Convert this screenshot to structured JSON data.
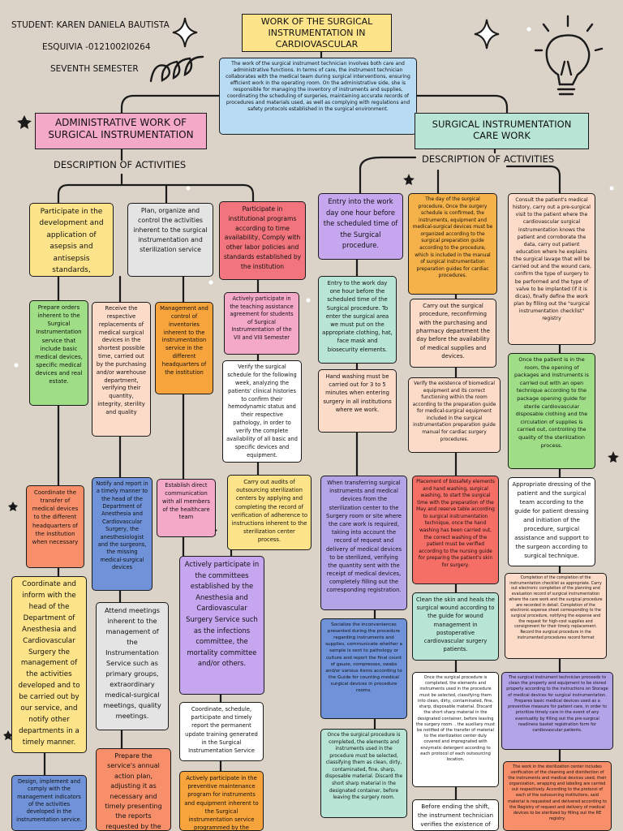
{
  "student": {
    "line1": "STUDENT: KAREN DANIELA BAUTISTA",
    "line2": "ESQUIVIA -0121002I0264",
    "line3": "SEVENTH SEMESTER"
  },
  "main_title": "WORK OF THE SURGICAL INSTRUMENTATION IN CARDIOVASCULAR",
  "intro": "The work of the surgical instrument technician involves both care and administrative functions. In terms of care, the instrument technician collaborates with the medical team during surgical interventions, ensuring efficient work in the operating room. On the administrative side, she is responsible for managing the inventory of instruments and supplies, coordinating the scheduling of surgeries, maintaining accurate records of procedures and materials used, as well as complying with regulations and safety protocols established in the surgical environment.",
  "left_branch": {
    "title": "ADMINISTRATIVE WORK OF SURGICAL INSTRUMENTATION",
    "subtitle": "DESCRIPTION OF ACTIVITIES",
    "col1": [
      "Participate in the development and application of asepsis and antisepsis standards,",
      "Prepare orders inherent to the Surgical Instrumentation service that include basic medical devices, specific medical devices and real estate.",
      "Coordinate the transfer of medical devices to the different headquarters of the institution when necessary",
      "Coordinate and inform with the head of the Department of Anesthesia and Cardiovascular Surgery the management of the activities developed and to be carried out by our service, and notify other departments in a timely manner.",
      "Design, implement and comply with the management indicators of the activities developed in the instrumentation service."
    ],
    "col2": [
      "Plan, organize and control the activities inherent to the surgical instrumentation and sterilization service",
      "Receive the respective replacements of medical surgical devices in the shortest possible time, carried out by the purchasing and/or warehouse department, verifying their quantity, integrity, sterility and quality",
      "Management and control of inventories inherent to the instrumentation service in the different headquarters of the institution",
      "Notify and report in a timely manner to the head of the Department of Anesthesia and Cardiovascular Surgery, the anesthesiologist and the surgeons, the missing medical-surgical devices",
      "Establish direct communication with all members of the healthcare team",
      "Attend meetings inherent to the management of the Instrumentation Service such as primary groups, extraordinary medical-surgical meetings, quality meetings.",
      "Prepare the service's annual action plan, adjusting it as necessary and timely presenting the reports requested by the different areas"
    ],
    "col3": [
      "Participate in institutional programs according to time availability, Comply with other labor policies and standards established by the institution",
      "Actively participate in the teaching assistance agreement for students of Surgical Instrumentation of the VII and VIII Semester",
      "Verify the surgical schedule for the following week, analyzing the patients' clinical histories to confirm their hemodynamic status and their respective pathology, in order to verify the complete availability of all basic and specific devices and equipment.",
      "Carry out audits of outsourcing sterilization centers by applying and completing the record of verification of adherence to instructions inherent to the sterilization center process.",
      "Actively participate in the committees established by the Anesthesia and Cardiovascular Surgery Service such as the infections committee, the mortality committee and/or others.",
      "Coordinate, schedule, participate and timely report the permanent update training generated in the Surgical Instrumentation Service",
      "Actively participate in the preventive maintenance program for instruments and equipment inherent to the Surgical instrumentation service programmed by the"
    ]
  },
  "right_branch": {
    "title": "SURGICAL INSTRUMENTATION CARE WORK",
    "subtitle": "DESCRIPTION OF ACTIVITIES",
    "col1": [
      "Entry into the work day one hour before the scheduled time of the Surgical procedure.",
      "Entry to the work day one hour before the scheduled time of the Surgical procedure. To enter the surgical area we must put on the appropriate clothing, hat, face mask and biosecurity elements.",
      "Hand washing must be carried out for 3 to 5 minutes when entering surgery in all institutions where we work.",
      "When transferring surgical instruments and medical devices from the sterilization center to the Surgery room or site where the care work is required, taking into account the record of request and delivery of medical devices to be sterilized, verifying the quantity sent with the receipt of medical devices, completely filling out the corresponding registration.",
      "Socialize the inconveniences presented during the procedure regarding instruments and supplies, communicate whether a sample is sent to pathology or culture and report the final count of gauze, compresses, swabs and/or various items according to the Guide for counting medical surgical devices in procedure rooms.",
      "Once the surgical procedure is completed, the elements and instruments used in the procedure must be selected, classifying them as clean, dirty, contaminated, fine, sharp, disposable material. Discard the short sharp material in the designated container, before leaving the surgery room."
    ],
    "col2": [
      "The day of the surgical procedure, Once the surgery schedule is confirmed, the instruments, equipment and medical-surgical devices must be organized according to the surgical preparation guide according to the procedure, which is included in the manual of surgical instrumentation preparation guides for cardiac procedures.",
      "Carry out the surgical procedure, reconfirming with the purchasing and pharmacy department the day before the availability of medical supplies and devices.",
      "Verify the existence of biomedical equipment and its correct functioning within the room according to the preparation guide for medical-surgical equipment included in the surgical instrumentation preparation guide manual for cardiac surgery procedures.",
      "Placement of biosafety elements and hand washing, surgical washing, to start the surgical time with the preparation of the May and reserve table according to surgical instrumentation technique, once the hand washing has been carried out, the correct washing of the patient must be verified according to the nursing guide for preparing the patient's skin for surgery.",
      "Clean the skin and heals the surgical wound according to the guide for wound management in postoperative cardiovascular surgery patients.",
      "Once the surgical procedure is completed, the elements and instruments used in the procedure must be selected, classifying them into clean, dirty, contaminated, fine, sharp, disposable material. Discard the short sharp material in the designated container, before leaving the surgery room. , the auxiliary must be notified of the transfer of material to the sterilization center duly covered and impregnated with enzymatic detergent according to each protocol of each outsourcing location.",
      "Before ending the shift, the instrument technician verifies the existence of"
    ],
    "col3": [
      "Consult the patient's medical history, carry out a pre-surgical visit to the patient where the cardiovascular surgical instrumentation knows the patient and corroborate the data, carry out patient education where he explains the surgical lavage that will be carried out and the wound care, confirm the type of surgery to be performed and the type of valve to be implanted (if it is dicas), finally define the work plan by filling out the \"surgical instrumentation checklist\" registry",
      "Once the patient is in the room, the opening of packages and instruments is carried out with an open technique according to the package opening guide for sterile cardiovascular disposable clothing and the circulation of supplies is carried out, controlling the quality of the sterilization process.",
      "Appropriate dressing of the patient and the surgical team according to the guide for patient dressing and initiation of the procedure, surgical assistance and support to the surgeon according to surgical technique.",
      "Completion of the completion of the instrumentation checklist as appropriate. Carry out electronic completion of the planning and evaluation record of surgical instrumentation where the care work and the surgical procedure are recorded in detail. Completion of the electronic expense sheet corresponding to the surgical procedure, notifying the expense and the request for high-cost supplies and consignment for their timely replacement. Record the surgical procedure in the instrumented procedures record format",
      "The surgical instrument technician proceeds to clean the property and equipment to be stored properly according to the instructions on Storage of medical devices for surgical instrumentation. Prepares basic medical devices used as a preventive measure for patient care, in order to prioritize timely care in the event of any eventuality by filling out the pre-surgical readiness basket registration form for cardiovascular patients.",
      "The work in the sterilization center includes verification of the cleaning and disinfection of the instruments and medical devices used, their organization, wrapping and labeling are carried out respectively. According to the protocol of each of the outsourcing institutions, said material is requested and delivered according to the Registry of request and delivery of medical devices to be sterilized by filling out the RE registry."
    ]
  }
}
